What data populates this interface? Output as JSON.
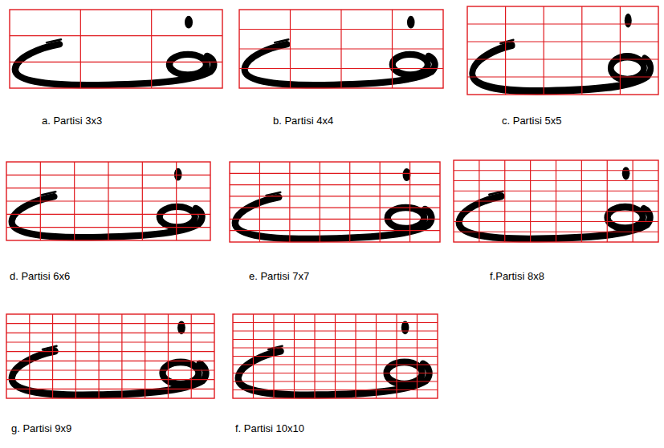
{
  "diagram": {
    "labels": [
      "a. Partisi 3x3",
      "b. Partisi 4x4",
      "c. Partisi 5x5",
      "d. Partisi 6x6",
      "e. Partisi 7x7",
      "f.Partisi 8x8",
      "g. Partisi 9x9",
      "f. Partisi 10x10"
    ]
  }
}
